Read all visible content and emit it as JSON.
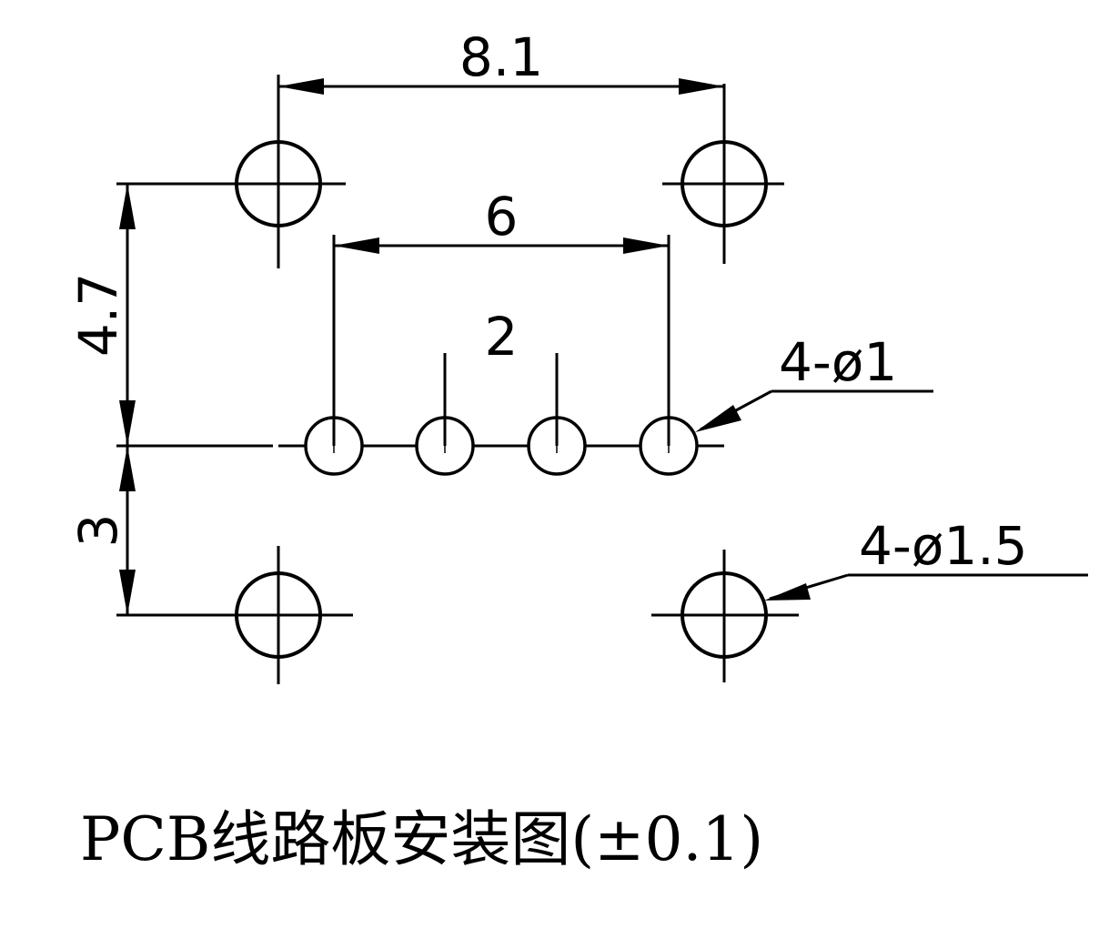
{
  "dimensions": {
    "mount_hole_spacing": "8.1",
    "outer_pin_spacing": "6",
    "pin_pitch": "2",
    "upper_offset": "4.7",
    "lower_offset": "3"
  },
  "callouts": {
    "small_holes": "4-ø1",
    "large_holes": "4-ø1.5"
  },
  "title": "PCB线路板安装图(±0.1)"
}
